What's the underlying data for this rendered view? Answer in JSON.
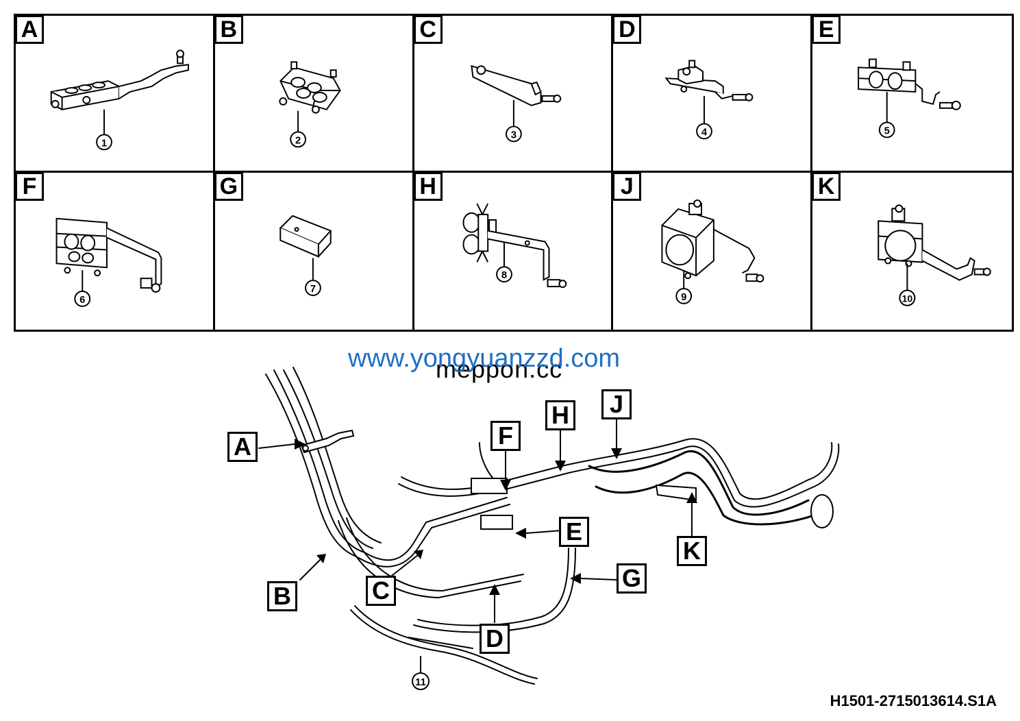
{
  "panels": [
    {
      "letter": "A",
      "part": "1"
    },
    {
      "letter": "B",
      "part": "2"
    },
    {
      "letter": "C",
      "part": "3"
    },
    {
      "letter": "D",
      "part": "4"
    },
    {
      "letter": "E",
      "part": "5"
    },
    {
      "letter": "F",
      "part": "6"
    },
    {
      "letter": "G",
      "part": "7"
    },
    {
      "letter": "H",
      "part": "8"
    },
    {
      "letter": "J",
      "part": "9"
    },
    {
      "letter": "K",
      "part": "10"
    }
  ],
  "assembly": {
    "callouts": [
      "A",
      "B",
      "C",
      "D",
      "E",
      "F",
      "G",
      "H",
      "J",
      "K"
    ],
    "part_label": "11"
  },
  "watermark_primary": "www.yongyuanzzd.com",
  "watermark_secondary": "meppon.cc",
  "drawing_code": "H1501-2715013614.S1A",
  "colors": {
    "watermark_primary": "#1f6fc4",
    "line": "#000000"
  }
}
